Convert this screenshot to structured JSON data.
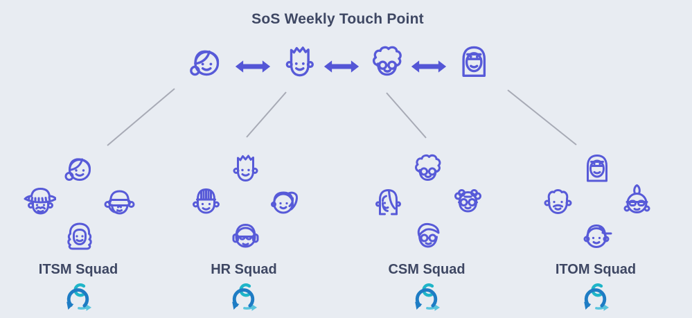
{
  "title": "SoS Weekly Touch Point",
  "colors": {
    "background": "#e8ecf2",
    "avatar_purple": "#575ad8",
    "arrow_purple": "#5456d6",
    "connector_gray": "#a7aab5",
    "text_dark": "#3e4763",
    "logo_blue": "#1e7cc4",
    "logo_teal": "#1fb5c8",
    "logo_lightblue": "#58c4dd"
  },
  "top_row": {
    "avatars": [
      "woman-sidebun",
      "man-crown",
      "curly-glasses",
      "headscarf"
    ],
    "connector": "double-arrow"
  },
  "squads": [
    {
      "label": "ITSM Squad",
      "logo": "sprint-loop",
      "members": [
        "woman-sidebun",
        "sombrero",
        "visor-headset",
        "woman-wavy"
      ]
    },
    {
      "label": "HR Squad",
      "logo": "sprint-loop",
      "members": [
        "man-crown",
        "striped-cap",
        "woman-ponytail",
        "headphones-shades"
      ]
    },
    {
      "label": "CSM Squad",
      "logo": "sprint-loop",
      "members": [
        "curly-glasses",
        "woman-straighthair",
        "elder-buns",
        "swoosh-glasses"
      ]
    },
    {
      "label": "ITOM Squad",
      "logo": "sprint-loop",
      "members": [
        "headscarf",
        "man-beard",
        "mohawk-glasses",
        "backwards-cap"
      ]
    }
  ]
}
